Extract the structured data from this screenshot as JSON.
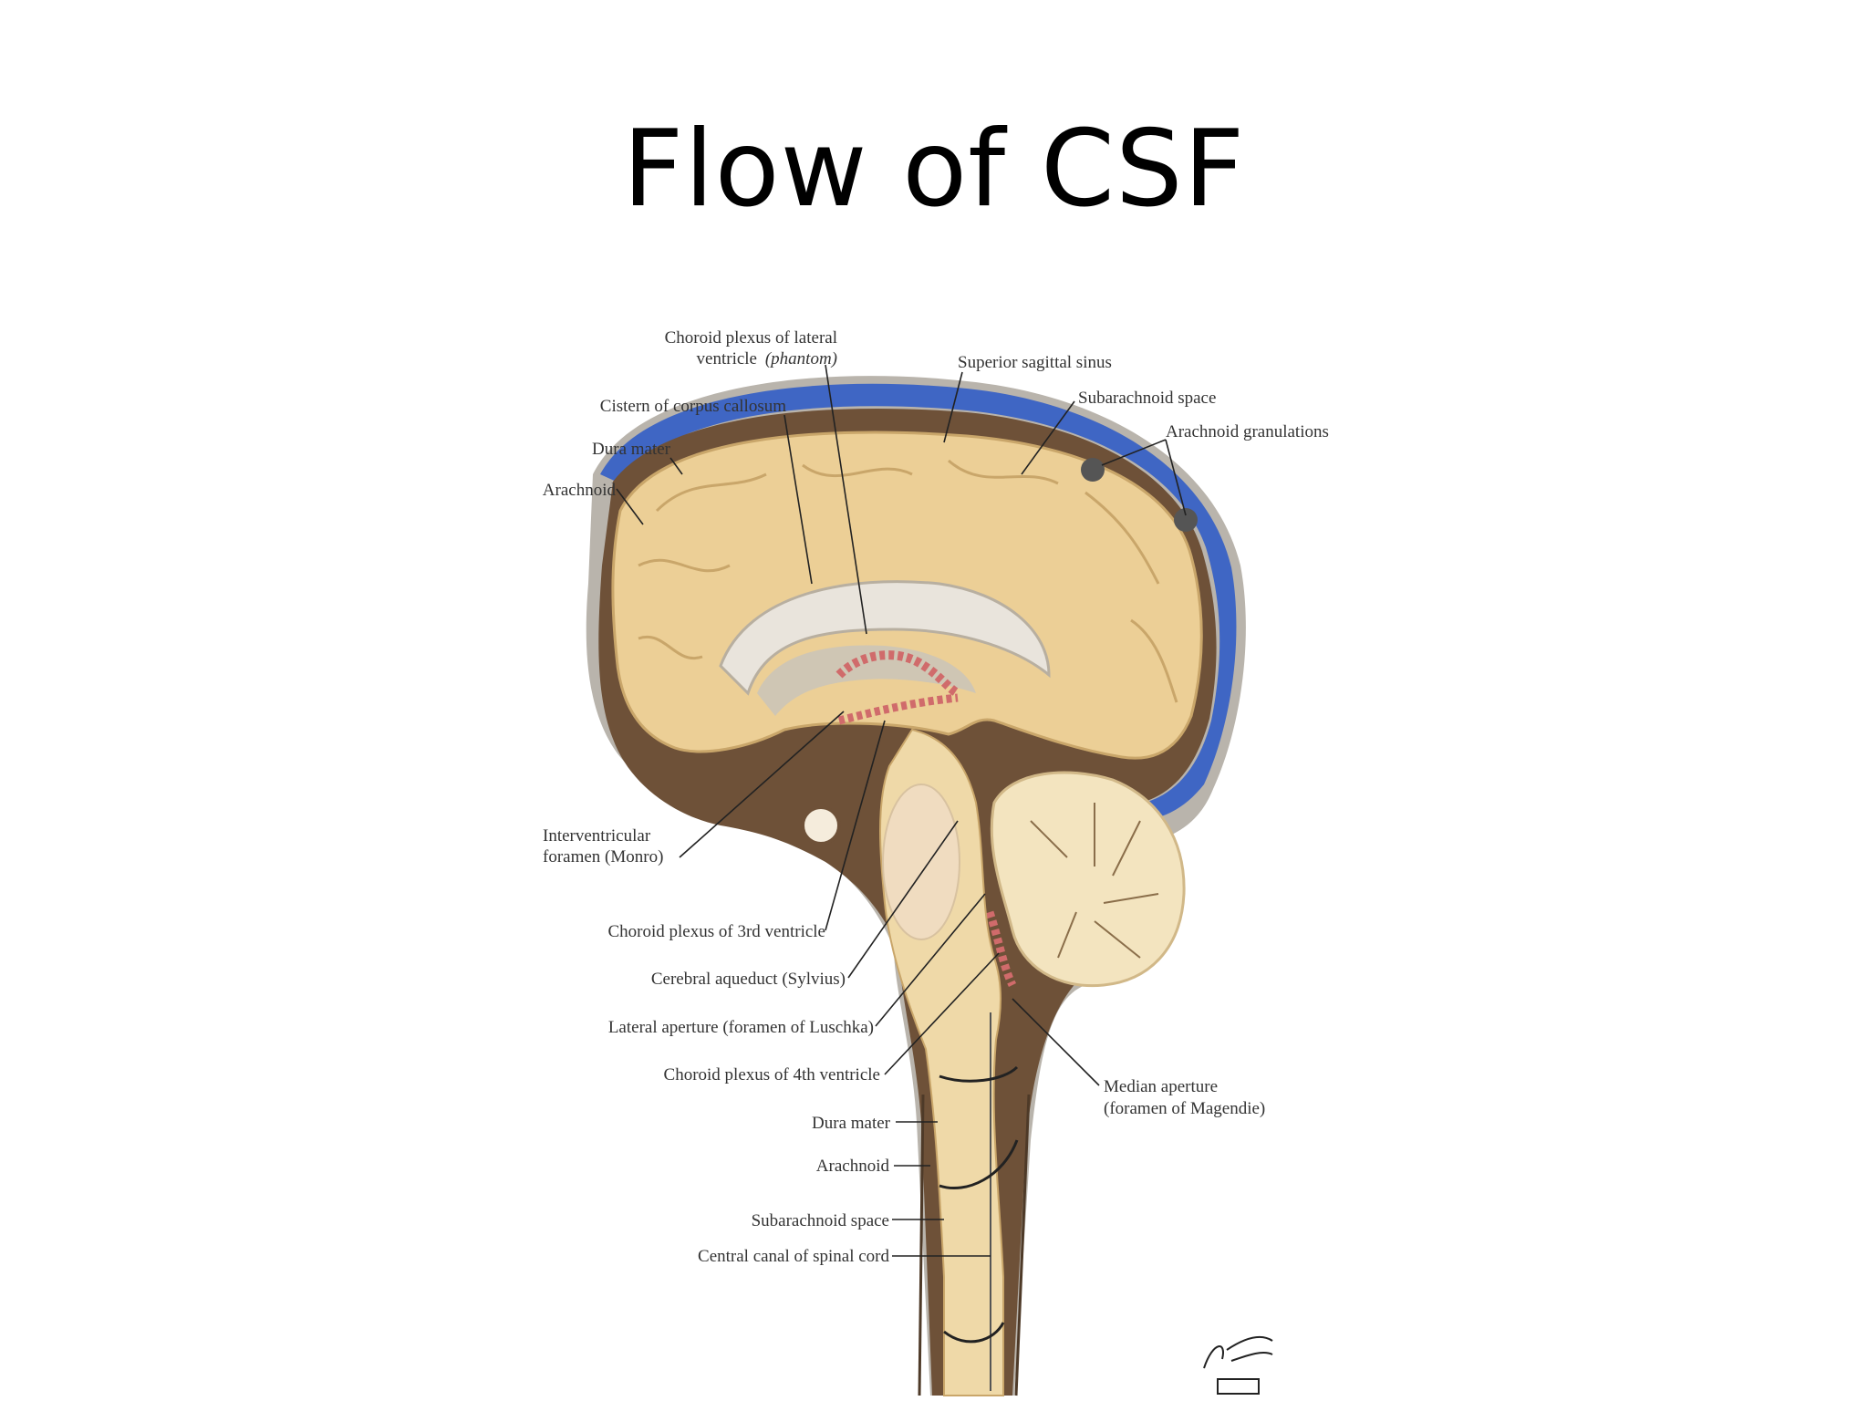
{
  "slide": {
    "title": "Flow of CSF"
  },
  "labels": {
    "choroid_lateral_1": "Choroid plexus of lateral",
    "choroid_lateral_2": "ventricle",
    "choroid_lateral_phantom": "(phantom)",
    "superior_sagittal_sinus": "Superior sagittal sinus",
    "cistern_corpus_callosum": "Cistern of corpus callosum",
    "subarachnoid_space_top": "Subarachnoid space",
    "arachnoid_granulations": "Arachnoid granulations",
    "dura_mater_top": "Dura mater",
    "arachnoid_top": "Arachnoid",
    "interventricular_1": "Interventricular",
    "interventricular_2": "foramen (Monro)",
    "choroid_3rd": "Choroid plexus of 3rd ventricle",
    "cerebral_aqueduct": "Cerebral aqueduct (Sylvius)",
    "lateral_aperture": "Lateral aperture (foramen of Luschka)",
    "choroid_4th": "Choroid plexus of 4th ventricle",
    "median_aperture_1": "Median aperture",
    "median_aperture_2": "(foramen of Magendie)",
    "dura_mater_spinal": "Dura mater",
    "arachnoid_spinal": "Arachnoid",
    "subarachnoid_space_spinal": "Subarachnoid space",
    "central_canal": "Central canal of spinal cord"
  },
  "colors": {
    "brain": "#eccf96",
    "dura_sinus": "#3f66c4",
    "subarachnoid": "#6e5138",
    "ventricle": "#cfc6b4",
    "choroid": "#d06b6b",
    "cerebellum": "#f3e4bf"
  }
}
